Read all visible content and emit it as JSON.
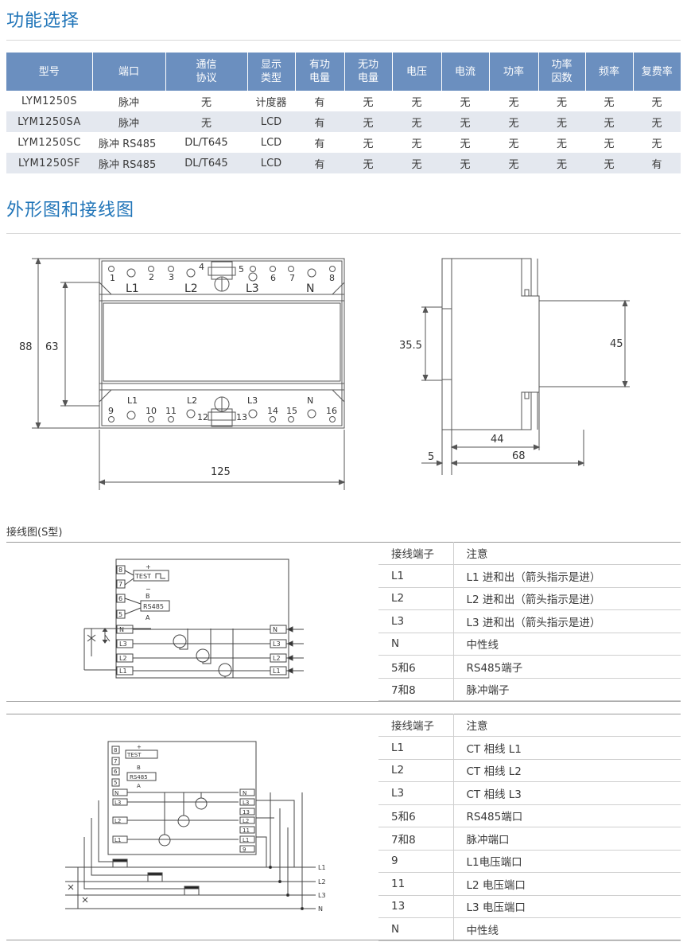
{
  "section1": {
    "title": "功能选择"
  },
  "feature_table": {
    "headers": [
      [
        "型号"
      ],
      [
        "端口"
      ],
      [
        "通信",
        "协议"
      ],
      [
        "显示",
        "类型"
      ],
      [
        "有功",
        "电量"
      ],
      [
        "无功",
        "电量"
      ],
      [
        "电压"
      ],
      [
        "电流"
      ],
      [
        "功率"
      ],
      [
        "功率",
        "因数"
      ],
      [
        "频率"
      ],
      [
        "复费率"
      ]
    ],
    "rows": [
      [
        "LYM1250S",
        "脉冲",
        "无",
        "计度器",
        "有",
        "无",
        "无",
        "无",
        "无",
        "无",
        "无",
        "无"
      ],
      [
        "LYM1250SA",
        "脉冲",
        "无",
        "LCD",
        "有",
        "无",
        "无",
        "无",
        "无",
        "无",
        "无",
        "无"
      ],
      [
        "LYM1250SC",
        "脉冲  RS485",
        "DL/T645",
        "LCD",
        "有",
        "无",
        "无",
        "无",
        "无",
        "无",
        "无",
        "无"
      ],
      [
        "LYM1250SF",
        "脉冲  RS485",
        "DL/T645",
        "LCD",
        "有",
        "无",
        "无",
        "无",
        "无",
        "无",
        "无",
        "有"
      ]
    ]
  },
  "section2": {
    "title": "外形图和接线图"
  },
  "outline": {
    "front": {
      "top_numbers": [
        "1",
        "2",
        "3",
        "4",
        "5",
        "6",
        "7",
        "8"
      ],
      "top_labels": [
        "L1",
        "L2",
        "L3",
        "N"
      ],
      "bottom_labels": [
        "L1",
        "L2",
        "L3",
        "N"
      ],
      "bottom_numbers": [
        "9",
        "10",
        "11",
        "12",
        "13",
        "14",
        "15",
        "16"
      ],
      "dim_height_total": "88",
      "dim_height_inner": "63",
      "dim_width": "125"
    },
    "side": {
      "dim_rail": "35.5",
      "dim_body": "45",
      "dim_depth_front": "44",
      "dim_depth_total": "68",
      "dim_offset": "5"
    }
  },
  "wiring_s": {
    "caption": "接线图(S型)",
    "diagram": {
      "terminals": [
        "8",
        "7",
        "6",
        "5"
      ],
      "test": "TEST",
      "rs485": "RS485",
      "plus": "+",
      "minus": "−",
      "b": "B",
      "a": "A",
      "lines": [
        "N",
        "L3",
        "L2",
        "L1"
      ]
    },
    "table": [
      [
        "接线端子",
        "注意"
      ],
      [
        "L1",
        "L1 进和出（箭头指示是进）"
      ],
      [
        "L2",
        "L2 进和出（箭头指示是进）"
      ],
      [
        "L3",
        "L3 进和出（箭头指示是进）"
      ],
      [
        "N",
        "中性线"
      ],
      [
        "5和6",
        "RS485端子"
      ],
      [
        "7和8",
        "脉冲端子"
      ]
    ]
  },
  "wiring_ct": {
    "diagram": {
      "terminals": [
        "8",
        "7",
        "6",
        "5"
      ],
      "test": "TEST",
      "rs485": "RS485",
      "plus": "+",
      "b": "B",
      "a": "A",
      "left_lines": [
        "N",
        "L3",
        "L2",
        "L1"
      ],
      "right_terminals": [
        "N",
        "L3",
        "13",
        "L2",
        "11",
        "L1",
        "9"
      ],
      "out_lines": [
        "L1",
        "L2",
        "L3",
        "N"
      ]
    },
    "table": [
      [
        "接线端子",
        "注意"
      ],
      [
        "L1",
        "CT 相线 L1"
      ],
      [
        "L2",
        "CT 相线  L2"
      ],
      [
        "L3",
        "CT 相线  L3"
      ],
      [
        "5和6",
        "RS485端口"
      ],
      [
        "7和8",
        "脉冲端口"
      ],
      [
        "9",
        "L1电压端口"
      ],
      [
        "11",
        "L2 电压端口"
      ],
      [
        "13",
        "L3 电压端口"
      ],
      [
        "N",
        "中性线"
      ]
    ]
  }
}
